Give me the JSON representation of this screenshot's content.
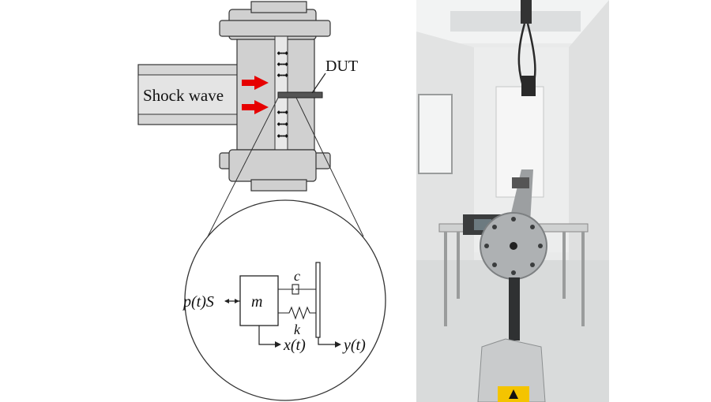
{
  "diagram": {
    "shock_wave_label": "Shock wave",
    "dut_label": "DUT",
    "force_label": "p(t)S",
    "mass_label": "m",
    "damper_label": "c",
    "spring_label": "k",
    "mass_displacement_label": "x(t)",
    "base_displacement_label": "y(t)",
    "arrow_color": "#e60000",
    "flange_color": "#d0d0d0",
    "outline_color": "#333333"
  },
  "photo": {
    "subject": "shock tube test rig in laboratory corridor with laser vibrometer"
  }
}
